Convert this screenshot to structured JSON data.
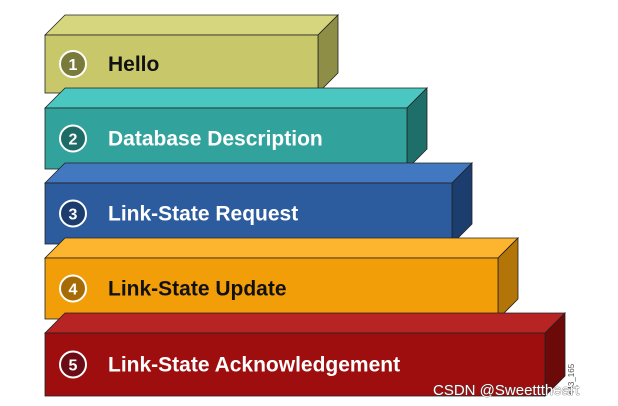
{
  "steps": [
    {
      "number": "1",
      "label": "Hello",
      "front": "#C8C86A",
      "top": "#D6D67E",
      "side": "#8E8E46",
      "circle": "#7A7A3A",
      "text": "#111111"
    },
    {
      "number": "2",
      "label": "Database Description",
      "front": "#31A39C",
      "top": "#4AC7C0",
      "side": "#1E6E69",
      "circle": "#1D6B66",
      "text": "#ffffff"
    },
    {
      "number": "3",
      "label": "Link-State Request",
      "front": "#2C5C9E",
      "top": "#4178C0",
      "side": "#1C3E6E",
      "circle": "#1B3C6C",
      "text": "#ffffff"
    },
    {
      "number": "4",
      "label": "Link-State Update",
      "front": "#F29E08",
      "top": "#FDB52F",
      "side": "#B37507",
      "circle": "#A66B05",
      "text": "#111111"
    },
    {
      "number": "5",
      "label": "Link-State Acknowledgement",
      "front": "#9E0E0E",
      "top": "#B82323",
      "side": "#6C0909",
      "circle": "#6A0B16",
      "text": "#ffffff"
    }
  ],
  "figure_id": "443_165",
  "watermark": "CSDN @Sweetttheart"
}
